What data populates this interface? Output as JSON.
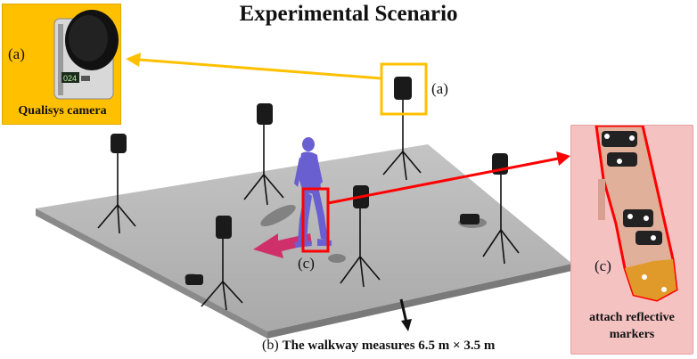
{
  "title": "Experimental Scenario",
  "camera_callout": {
    "tag": "(a)",
    "label": "Qualisys camera",
    "display_readout": "024"
  },
  "marker_callout": {
    "tag": "(c)",
    "label_line1": "attach reflective",
    "label_line2": "markers"
  },
  "scene_tags": {
    "camera": "(a)",
    "leg": "(c)"
  },
  "caption": {
    "tag": "(b)",
    "text": "The walkway measures 6.5 m × 3.5 m"
  },
  "colors": {
    "callout_yellow": "#ffc000",
    "highlight_red": "#ff0000",
    "leg_panel_pink": "#f5c2c2",
    "walkway_gray": "#b4b4b4",
    "walker_purple": "#6a5fd0",
    "direction_arrow": "#d0306a"
  }
}
